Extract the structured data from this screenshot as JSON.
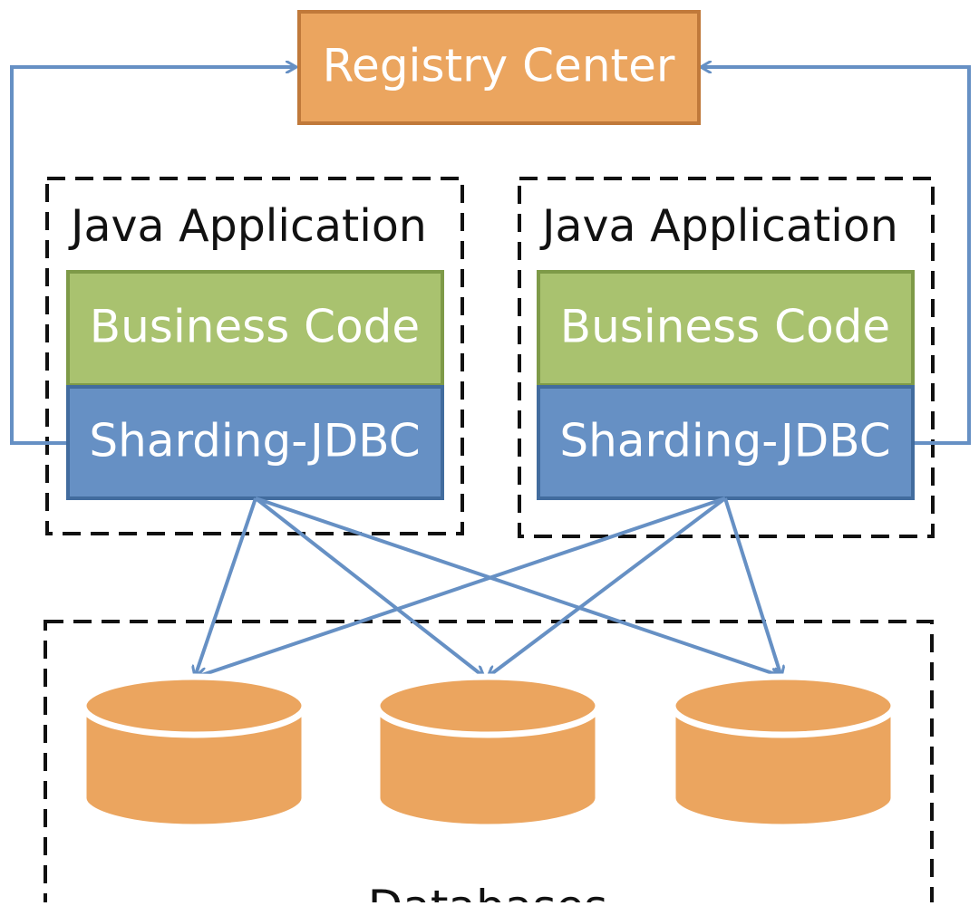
{
  "registry_center": {
    "label": "Registry Center"
  },
  "applications": [
    {
      "title": "Java Application",
      "business_code_label": "Business Code",
      "sharding_label": "Sharding-JDBC"
    },
    {
      "title": "Java Application",
      "business_code_label": "Business Code",
      "sharding_label": "Sharding-JDBC"
    }
  ],
  "databases_group": {
    "label": "Databases",
    "database_count": 3
  },
  "colors": {
    "registry_fill": "#eba55f",
    "registry_stroke": "#c0793a",
    "business_fill": "#a9c26f",
    "business_stroke": "#7e9a48",
    "sharding_fill": "#6690c4",
    "sharding_stroke": "#426c9e",
    "connector": "#6690c4",
    "database_fill": "#eba55f",
    "database_outline": "#ffffff",
    "dashed_border": "#111111",
    "label_light": "#ffffff",
    "label_dark": "#111111"
  }
}
